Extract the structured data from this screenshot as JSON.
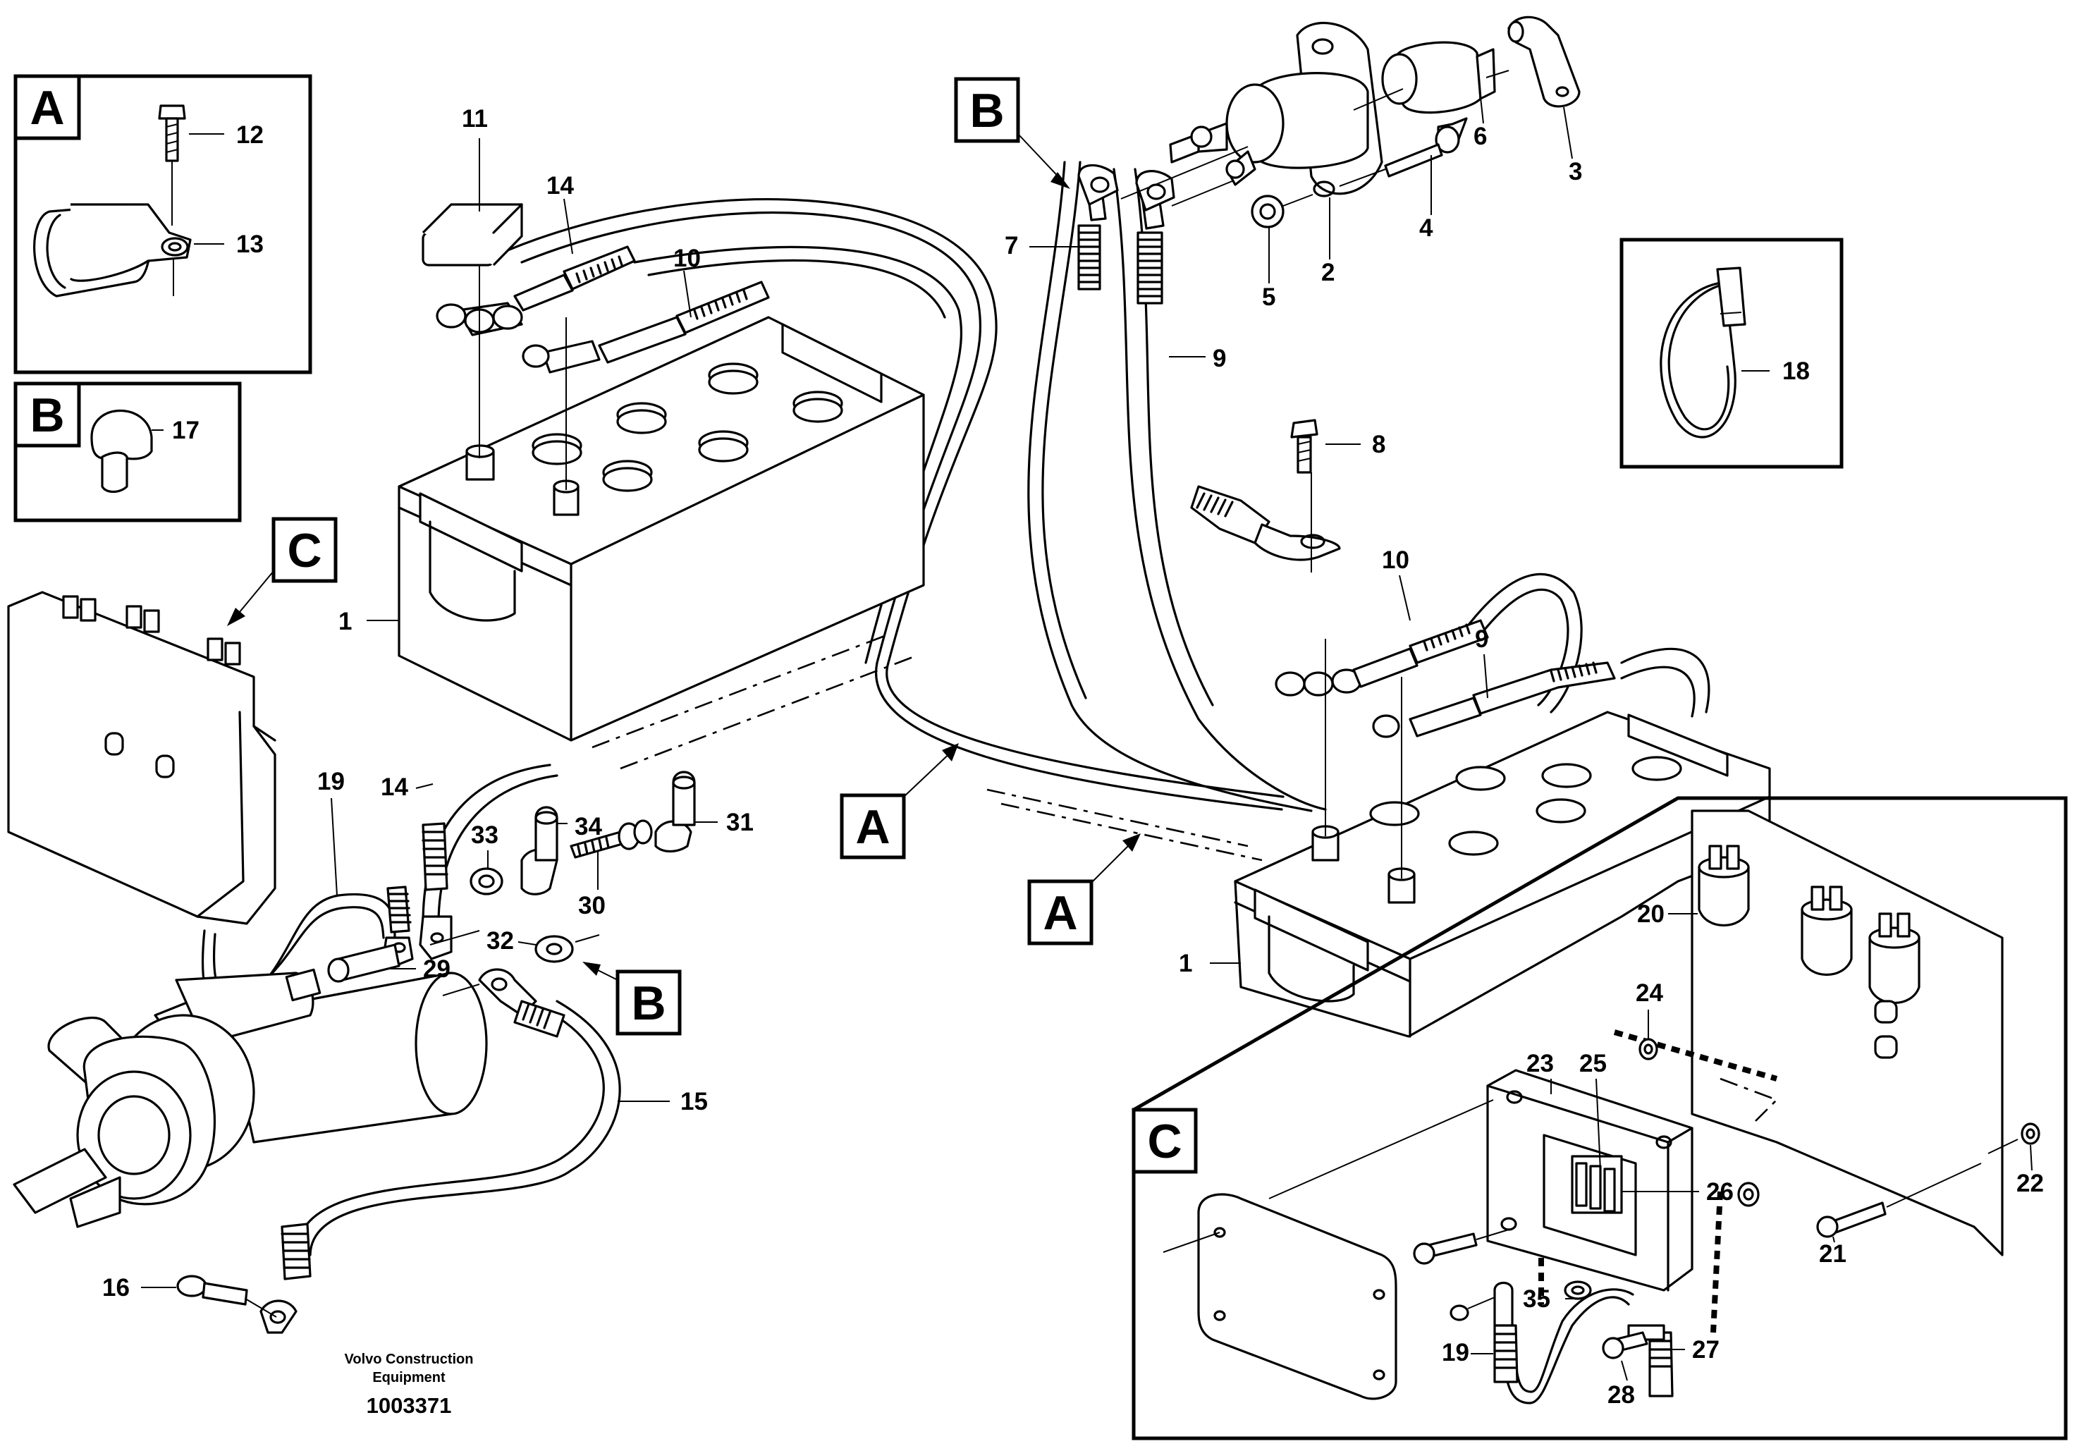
{
  "figure": {
    "footer_company": "Volvo Construction",
    "footer_company_line2": "Equipment",
    "footer_number": "1003371"
  },
  "detail_panels": {
    "a_letter": "A",
    "b_letter": "B",
    "c_letter": "C"
  },
  "callouts": {
    "c1a": "1",
    "c1b": "1",
    "c2": "2",
    "c3": "3",
    "c4": "4",
    "c5": "5",
    "c6": "6",
    "c7": "7",
    "c8": "8",
    "c9a": "9",
    "c9b": "9",
    "c10a": "10",
    "c10b": "10",
    "c11": "11",
    "c12": "12",
    "c13": "13",
    "c14a": "14",
    "c14b": "14",
    "c15": "15",
    "c16": "16",
    "c17": "17",
    "c18": "18",
    "c19a": "19",
    "c19b": "19",
    "c20": "20",
    "c21": "21",
    "c22": "22",
    "c23": "23",
    "c24": "24",
    "c25": "25",
    "c26": "26",
    "c27": "27",
    "c28": "28",
    "c29": "29",
    "c30": "30",
    "c31": "31",
    "c32": "32",
    "c33": "33",
    "c34": "34",
    "c35": "35"
  },
  "ref_markers": {
    "a1": "A",
    "a2": "A",
    "b1": "B",
    "b2": "B",
    "c1": "C"
  }
}
